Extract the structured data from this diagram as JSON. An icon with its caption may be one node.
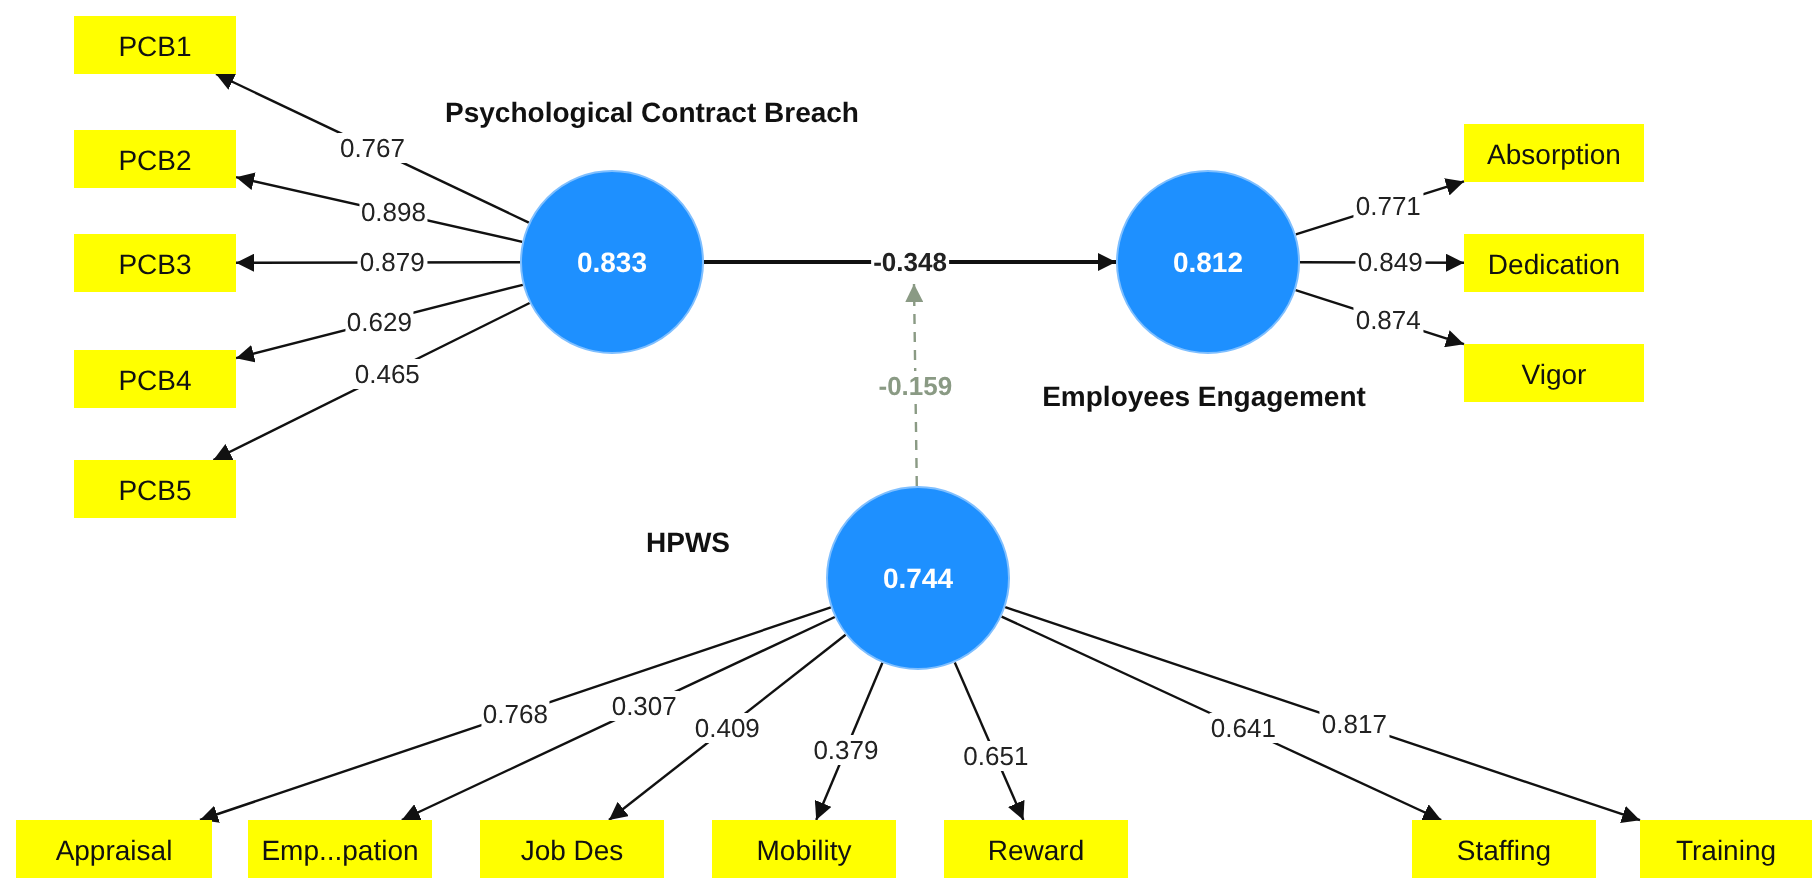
{
  "diagram": {
    "nodes": [
      {
        "text": [
          "PCB1"
        ]
      },
      {
        "text": [
          "PCB2"
        ]
      },
      {
        "text": [
          "PCB3"
        ]
      },
      {
        "text": [
          "PCB4"
        ]
      },
      {
        "text": [
          "PCB5"
        ]
      },
      {
        "text": [
          "Psychological Contract Breach",
          "0.833"
        ]
      },
      {
        "text": [
          "Absorption"
        ]
      },
      {
        "text": [
          "Dedication"
        ]
      },
      {
        "text": [
          "Vigor"
        ]
      },
      {
        "text": [
          "0.812",
          "Employees Engagement"
        ]
      },
      {
        "text": [
          "HPWS",
          "0.744"
        ]
      },
      {
        "text": [
          "Appraisal"
        ]
      },
      {
        "text": [
          "Emp...pation"
        ]
      },
      {
        "text": [
          "Job Des"
        ]
      },
      {
        "text": [
          "Mobility"
        ]
      },
      {
        "text": [
          "Reward"
        ]
      },
      {
        "text": [
          "Staffing"
        ]
      },
      {
        "text": [
          "Training"
        ]
      }
    ],
    "edges": [
      {
        "from": 5,
        "to": 0,
        "arrow": "to",
        "label": "0.767"
      },
      {
        "from": 5,
        "to": 1,
        "arrow": "to",
        "label": "0.898"
      },
      {
        "from": 5,
        "to": 2,
        "arrow": "to",
        "label": "0.879"
      },
      {
        "from": 5,
        "to": 3,
        "arrow": "to",
        "label": "0.629"
      },
      {
        "from": 5,
        "to": 4,
        "arrow": "to",
        "label": "0.465"
      },
      {
        "from": 5,
        "to": 9,
        "arrow": "to",
        "label": "-0.348"
      },
      {
        "from": 9,
        "to": 6,
        "arrow": "to",
        "label": "0.771"
      },
      {
        "from": 9,
        "to": 7,
        "arrow": "to",
        "label": "0.849"
      },
      {
        "from": 9,
        "to": 8,
        "arrow": "to",
        "label": "0.874"
      },
      {
        "from": 10,
        "to": null,
        "arrow": "to",
        "label": "-0.159",
        "style": "dashed",
        "color": "#8a9a84"
      },
      {
        "from": 10,
        "to": 11,
        "arrow": "to",
        "label": "0.768"
      },
      {
        "from": 10,
        "to": 12,
        "arrow": "to",
        "label": "0.307"
      },
      {
        "from": 10,
        "to": 13,
        "arrow": "to",
        "label": "0.409"
      },
      {
        "from": 10,
        "to": 14,
        "arrow": "to",
        "label": "0.379"
      },
      {
        "from": 10,
        "to": 15,
        "arrow": "to",
        "label": "0.651"
      },
      {
        "from": 10,
        "to": 16,
        "arrow": "to",
        "label": "0.641"
      },
      {
        "from": 10,
        "to": 17,
        "arrow": "to",
        "label": "0.817"
      }
    ]
  }
}
